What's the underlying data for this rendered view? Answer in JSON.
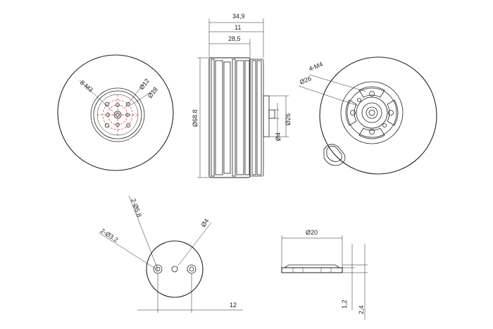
{
  "labels": {
    "overall_length": "34,9",
    "shaft_length": "11",
    "body_length": "28,5",
    "outer_diameter": "Ø68.8",
    "hub_diameter": "Ø26",
    "shaft_diameter": "Ø4",
    "front_screws": "8-M3",
    "front_pcd_small": "Ø12",
    "front_pcd_large": "Ø18",
    "rear_screws": "4-M4",
    "rear_pcd": "Ø26",
    "adapter_holes_large": "2-Ø5.8",
    "adapter_holes_small": "2-Ø3.2",
    "adapter_center_hole": "Ø4",
    "adapter_spacing": "12",
    "flange_diameter": "Ø20",
    "flange_thin": "1,2",
    "flange_thick": "2,4"
  },
  "colors": {
    "line": "#222222",
    "highlight": "#d43a3a"
  }
}
